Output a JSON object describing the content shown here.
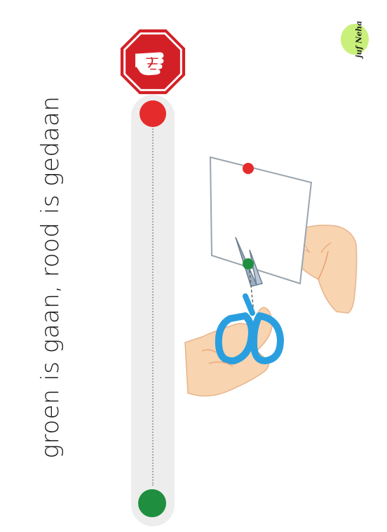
{
  "instruction_text": "groen is gaan, rood is gedaan",
  "logo_text": "juf Neha",
  "icons": {
    "stop": "stop-hand-icon",
    "illustration": "scissors-cutting-paper-icon",
    "logo": "juf-neha-logo"
  },
  "colors": {
    "stop_red": "#d32027",
    "dot_red": "#e52b2b",
    "dot_green": "#1f8f3f",
    "track": "#ededed",
    "logo_green": "#c9f07a",
    "scissors_blue": "#2a9fe0",
    "skin": "#f8d4b0"
  }
}
